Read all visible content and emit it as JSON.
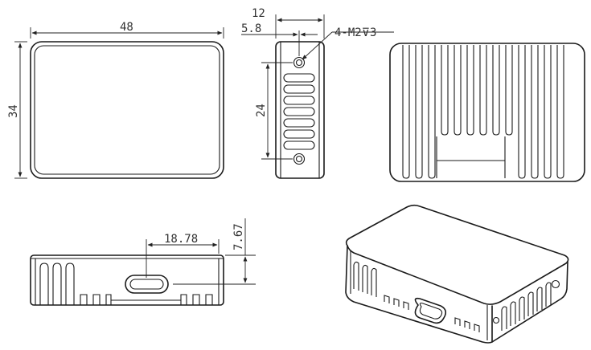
{
  "dimensions": {
    "width": "48",
    "height": "34",
    "depth": "12",
    "wall": "5.8",
    "hole_spacing": "24",
    "usb_offset": "18.78",
    "usb_height": "7.67",
    "mount_holes": "4-M2⊽3"
  }
}
